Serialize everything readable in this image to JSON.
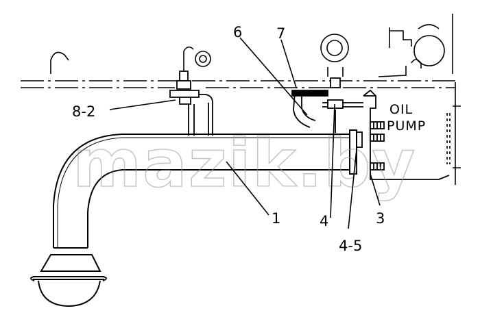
{
  "diagram": {
    "callouts": {
      "c1": "1",
      "c3": "3",
      "c4": "4",
      "c4_5": "4-5",
      "c6": "6",
      "c7": "7",
      "c8_2": "8-2"
    },
    "component_label_line1": "OIL",
    "component_label_line2": "PUMP",
    "watermark": "mazik.by"
  }
}
